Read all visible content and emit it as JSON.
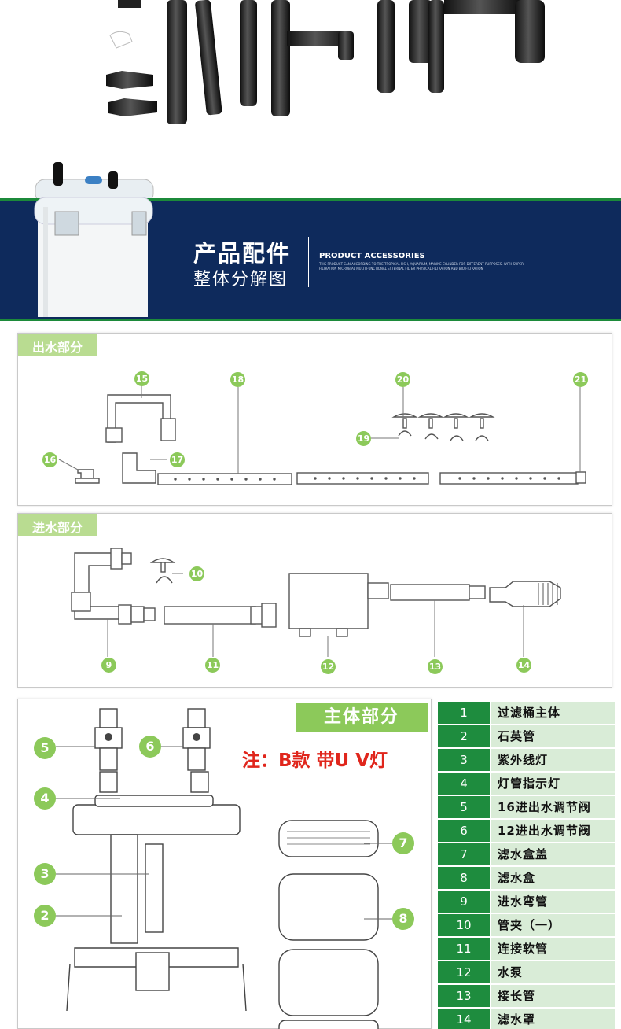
{
  "banner": {
    "title_main": "产品配件",
    "title_sub": "整体分解图",
    "english_title": "PRODUCT ACCESSORIES",
    "english_desc": "THIS PRODUCT CAN ACCORDING TO THE TROPICAL FISH, AQUARIUM, MARINE CYLINDER FOR DIFFERENT PURPOSES, WITH SUPER FILTRATION MICROBIAL MULTI FUNCTIONAL EXTERNAL FILTER PHYSICAL FILTRATION AND BIO FILTRATION"
  },
  "sections": {
    "outlet": {
      "label": "出水部分"
    },
    "inlet": {
      "label": "进水部分"
    },
    "body": {
      "label": "主体部分"
    }
  },
  "callouts": {
    "outlet": [
      "15",
      "16",
      "17",
      "18",
      "19",
      "20",
      "21"
    ],
    "inlet": [
      "9",
      "10",
      "11",
      "12",
      "13",
      "14"
    ],
    "body": [
      "5",
      "6",
      "4",
      "3",
      "2",
      "7",
      "8"
    ]
  },
  "note": "注：B款 带U V灯",
  "parts_table": [
    {
      "num": "1",
      "name": "过滤桶主体"
    },
    {
      "num": "2",
      "name": "石英管"
    },
    {
      "num": "3",
      "name": "紫外线灯"
    },
    {
      "num": "4",
      "name": "灯管指示灯"
    },
    {
      "num": "5",
      "name": "16进出水调节阀"
    },
    {
      "num": "6",
      "name": "12进出水调节阀"
    },
    {
      "num": "7",
      "name": "滤水盒盖"
    },
    {
      "num": "8",
      "name": "滤水盒"
    },
    {
      "num": "9",
      "name": "进水弯管"
    },
    {
      "num": "10",
      "name": "管夹（一）"
    },
    {
      "num": "11",
      "name": "连接软管"
    },
    {
      "num": "12",
      "name": "水泵"
    },
    {
      "num": "13",
      "name": "接长管"
    },
    {
      "num": "14",
      "name": "滤水罩"
    }
  ],
  "colors": {
    "banner_bg": "#0e2a5c",
    "accent_green": "#1e8c3e",
    "callout_green": "#8cc95a",
    "label_green": "#b9dc91",
    "note_red": "#e0261c"
  }
}
